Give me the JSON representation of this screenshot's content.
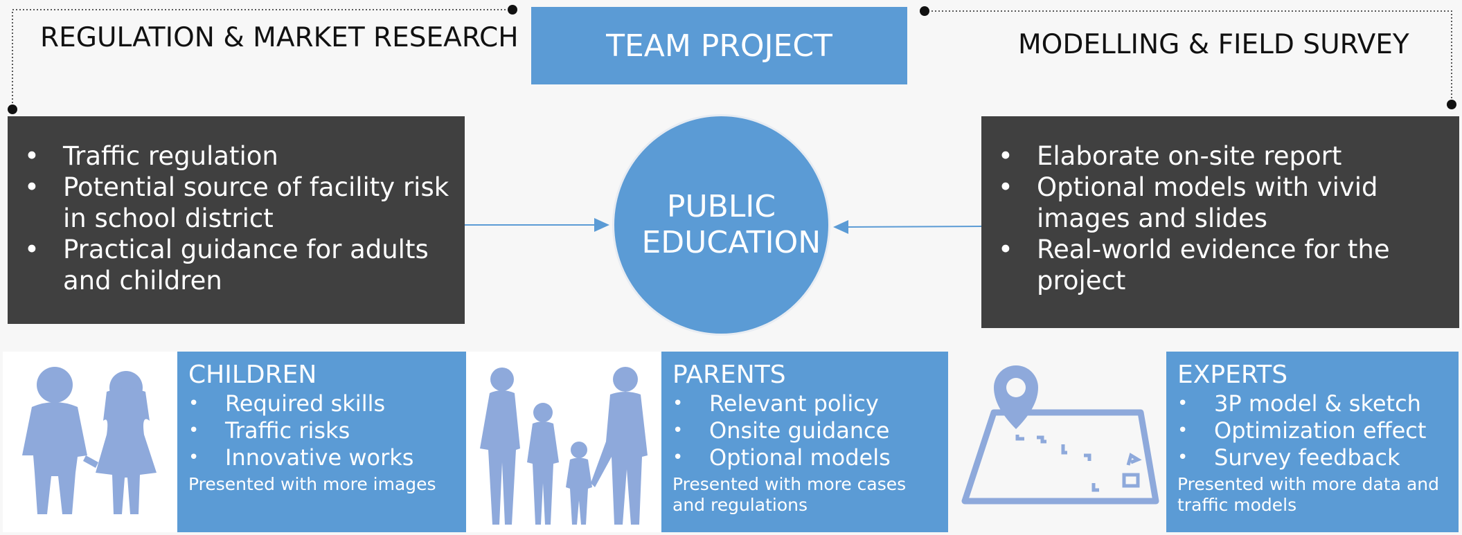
{
  "left_section": {
    "heading": "REGULATION & MARKET RESEARCH",
    "items": [
      "Traffic regulation",
      "Potential source of facility risk in school district",
      "Practical guidance for adults and children"
    ]
  },
  "center": {
    "team_label": "TEAM PROJECT",
    "circle_label": "PUBLIC EDUCATION"
  },
  "right_section": {
    "heading": "MODELLING & FIELD SURVEY",
    "items": [
      "Elaborate on-site report",
      "Optional models with vivid images and slides",
      "Real-world evidence for the project"
    ]
  },
  "cards": [
    {
      "title": "CHILDREN",
      "items": [
        "Required skills",
        "Traffic risks",
        "Innovative works"
      ],
      "note": "Presented with more images",
      "icon": "children-silhouette-icon"
    },
    {
      "title": "PARENTS",
      "items": [
        "Relevant policy",
        "Onsite guidance",
        "Optional models"
      ],
      "note": "Presented with more cases and regulations",
      "icon": "family-silhouette-icon"
    },
    {
      "title": "EXPERTS",
      "items": [
        "3P model & sketch",
        "Optimization effect",
        "Survey feedback"
      ],
      "note": "Presented with more data and traffic models",
      "icon": "map-pin-icon"
    }
  ],
  "colors": {
    "accent": "#5b9bd5",
    "dark_box": "#404040",
    "icon_fill": "#8ea9db",
    "background": "#f7f7f7"
  }
}
